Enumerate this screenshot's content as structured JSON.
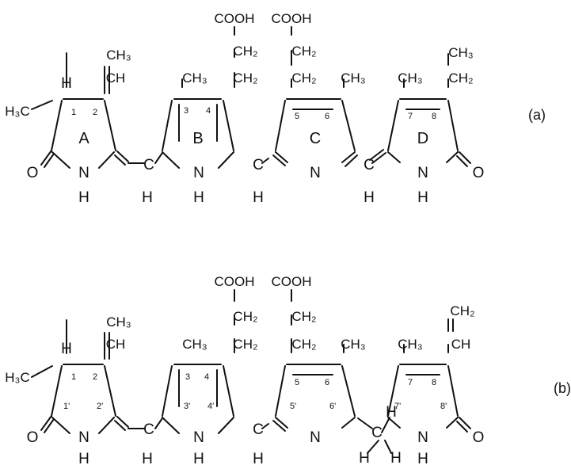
{
  "structure_a": {
    "label": "(a)",
    "group_cooh_1": "COOH",
    "group_cooh_2": "COOH",
    "group_ch3_top": "CH₃",
    "group_ch_vinyl": "CH",
    "group_ch2_b1": "CH₂",
    "group_ch2_b2": "CH₂",
    "group_ch2_c1": "CH₂",
    "group_ch2_c2": "CH₂",
    "group_ch3_b": "CH₃",
    "group_ch3_c": "CH₃",
    "group_ch3_d": "CH₃",
    "group_ch3_d_ethyl": "CH₃",
    "group_ch2_d": "CH₂",
    "group_h3c": "H₃C",
    "h_ring_a": "H",
    "ring_a": "A",
    "ring_b": "B",
    "ring_c": "C",
    "ring_d": "D",
    "num_1": "1",
    "num_2": "2",
    "num_3": "3",
    "num_4": "4",
    "num_5": "5",
    "num_6": "6",
    "num_7": "7",
    "num_8": "8",
    "o_left": "O",
    "o_right": "O",
    "n_a": "N",
    "h_n_a": "H",
    "c_ab": "C",
    "h_ab": "H",
    "n_b": "N",
    "h_n_b": "H",
    "c_bc": "C",
    "h_bc": "H",
    "n_c": "N",
    "c_cd": "C",
    "h_cd": "H",
    "n_d": "N",
    "h_n_d": "H"
  },
  "structure_b": {
    "label": "(b)",
    "group_cooh_1": "COOH",
    "group_cooh_2": "COOH",
    "group_ch3_top": "CH₃",
    "group_ch_vinyl": "CH",
    "group_ch2_b1": "CH₂",
    "group_ch2_b2": "CH₂",
    "group_ch2_c1": "CH₂",
    "group_ch2_c2": "CH₂",
    "group_ch3_b": "CH₃",
    "group_ch3_c": "CH₃",
    "group_ch3_d": "CH₃",
    "group_ch2_d_vinyl": "CH₂",
    "group_ch_d_vinyl": "CH",
    "group_h3c": "H₃C",
    "h_ring_a": "H",
    "num_1": "1",
    "num_2": "2",
    "num_3": "3",
    "num_4": "4",
    "num_5": "5",
    "num_6": "6",
    "num_7": "7",
    "num_8": "8",
    "num_1p": "1'",
    "num_2p": "2'",
    "num_3p": "3'",
    "num_4p": "4'",
    "num_5p": "5'",
    "num_6p": "6'",
    "num_7p": "7'",
    "num_8p": "8'",
    "o_left": "O",
    "o_right": "O",
    "n_a": "N",
    "h_n_a": "H",
    "c_ab": "C",
    "h_ab": "H",
    "n_b": "N",
    "h_n_b": "H",
    "c_bc": "C",
    "h_bc": "H",
    "n_c": "N",
    "c_cd": "C",
    "h_cd_1": "H",
    "h_cd_2": "H",
    "h_cd_3": "H",
    "n_d": "N",
    "h_n_d": "H"
  }
}
